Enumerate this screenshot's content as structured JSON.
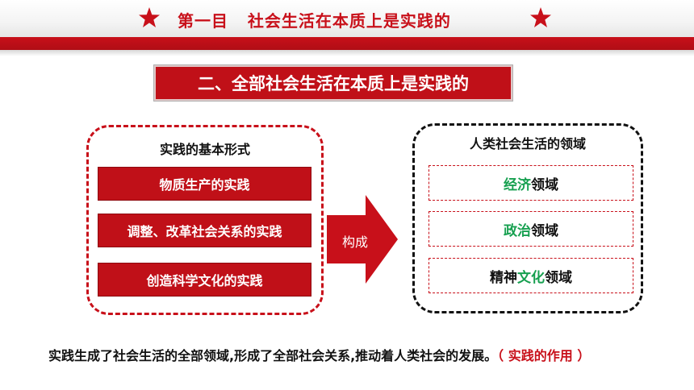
{
  "header": {
    "title": "第一目   社会生活在本质上是实践的"
  },
  "section": {
    "title": "二、全部社会生活在本质上是实践的"
  },
  "left_panel": {
    "heading": "实践的基本形式",
    "items": [
      "物质生产的实践",
      "调整、改革社会关系的实践",
      "创造科学文化的实践"
    ]
  },
  "arrow": {
    "label": "构成"
  },
  "right_panel": {
    "heading": "人类社会生活的领域",
    "items": [
      {
        "green_prefix": "",
        "green": "经济",
        "rest": "领域"
      },
      {
        "green_prefix": "",
        "green": "政治",
        "rest": "领域"
      },
      {
        "green_prefix": "精神",
        "green": "文化",
        "rest": "领域"
      }
    ]
  },
  "bottom": {
    "text": "实践生成了社会生活的全部领域,形成了全部社会关系,推动着人类社会的发展。",
    "note": "（ 实践的作用 ）"
  },
  "colors": {
    "accent_red": "#c8101a",
    "green": "#17a050"
  },
  "icons": {
    "left_star": "star-icon",
    "right_star": "star-icon"
  }
}
